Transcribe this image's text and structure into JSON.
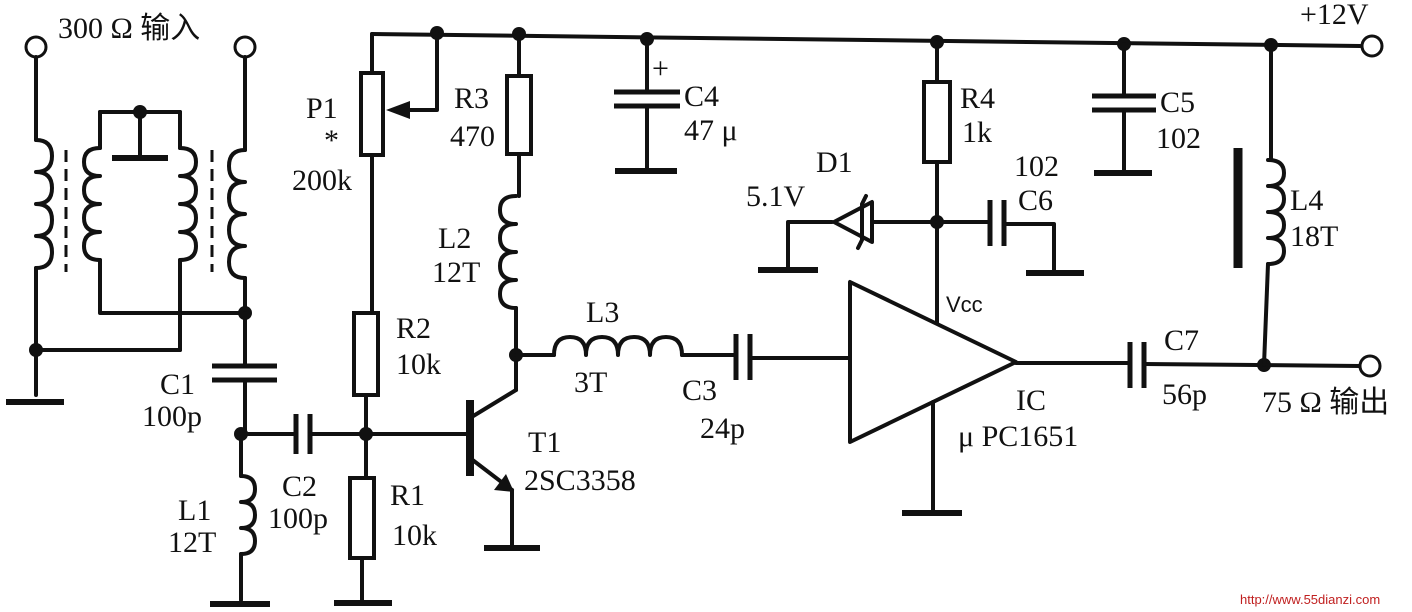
{
  "labels": {
    "input": "300 Ω 输入",
    "output": "75 Ω 输出",
    "supply": "+12V",
    "p1_name": "P1",
    "p1_star": "*",
    "p1_value": "200k",
    "r1_name": "R1",
    "r1_value": "10k",
    "r2_name": "R2",
    "r2_value": "10k",
    "r3_name": "R3",
    "r3_value": "470",
    "r4_name": "R4",
    "r4_value": "1k",
    "c1_name": "C1",
    "c1_value": "100p",
    "c2_name": "C2",
    "c2_value": "100p",
    "c3_name": "C3",
    "c3_value": "24p",
    "c4_name": "C4",
    "c4_value": "47 μ",
    "c4_polarity": "+",
    "c5_name": "C5",
    "c5_value": "102",
    "c6_name": "C6",
    "c6_value": "102",
    "c7_name": "C7",
    "c7_value": "56p",
    "l1_name": "L1",
    "l1_value": "12T",
    "l2_name": "L2",
    "l2_value": "12T",
    "l3_name": "L3",
    "l3_value": "3T",
    "l4_name": "L4",
    "l4_value": "18T",
    "d1_name": "D1",
    "d1_value": "5.1V",
    "t1_name": "T1",
    "t1_value": "2SC3358",
    "ic_name": "IC",
    "ic_value": "μ PC1651",
    "ic_vcc": "Vcc",
    "watermark": "http://www.55dianzi.com"
  }
}
